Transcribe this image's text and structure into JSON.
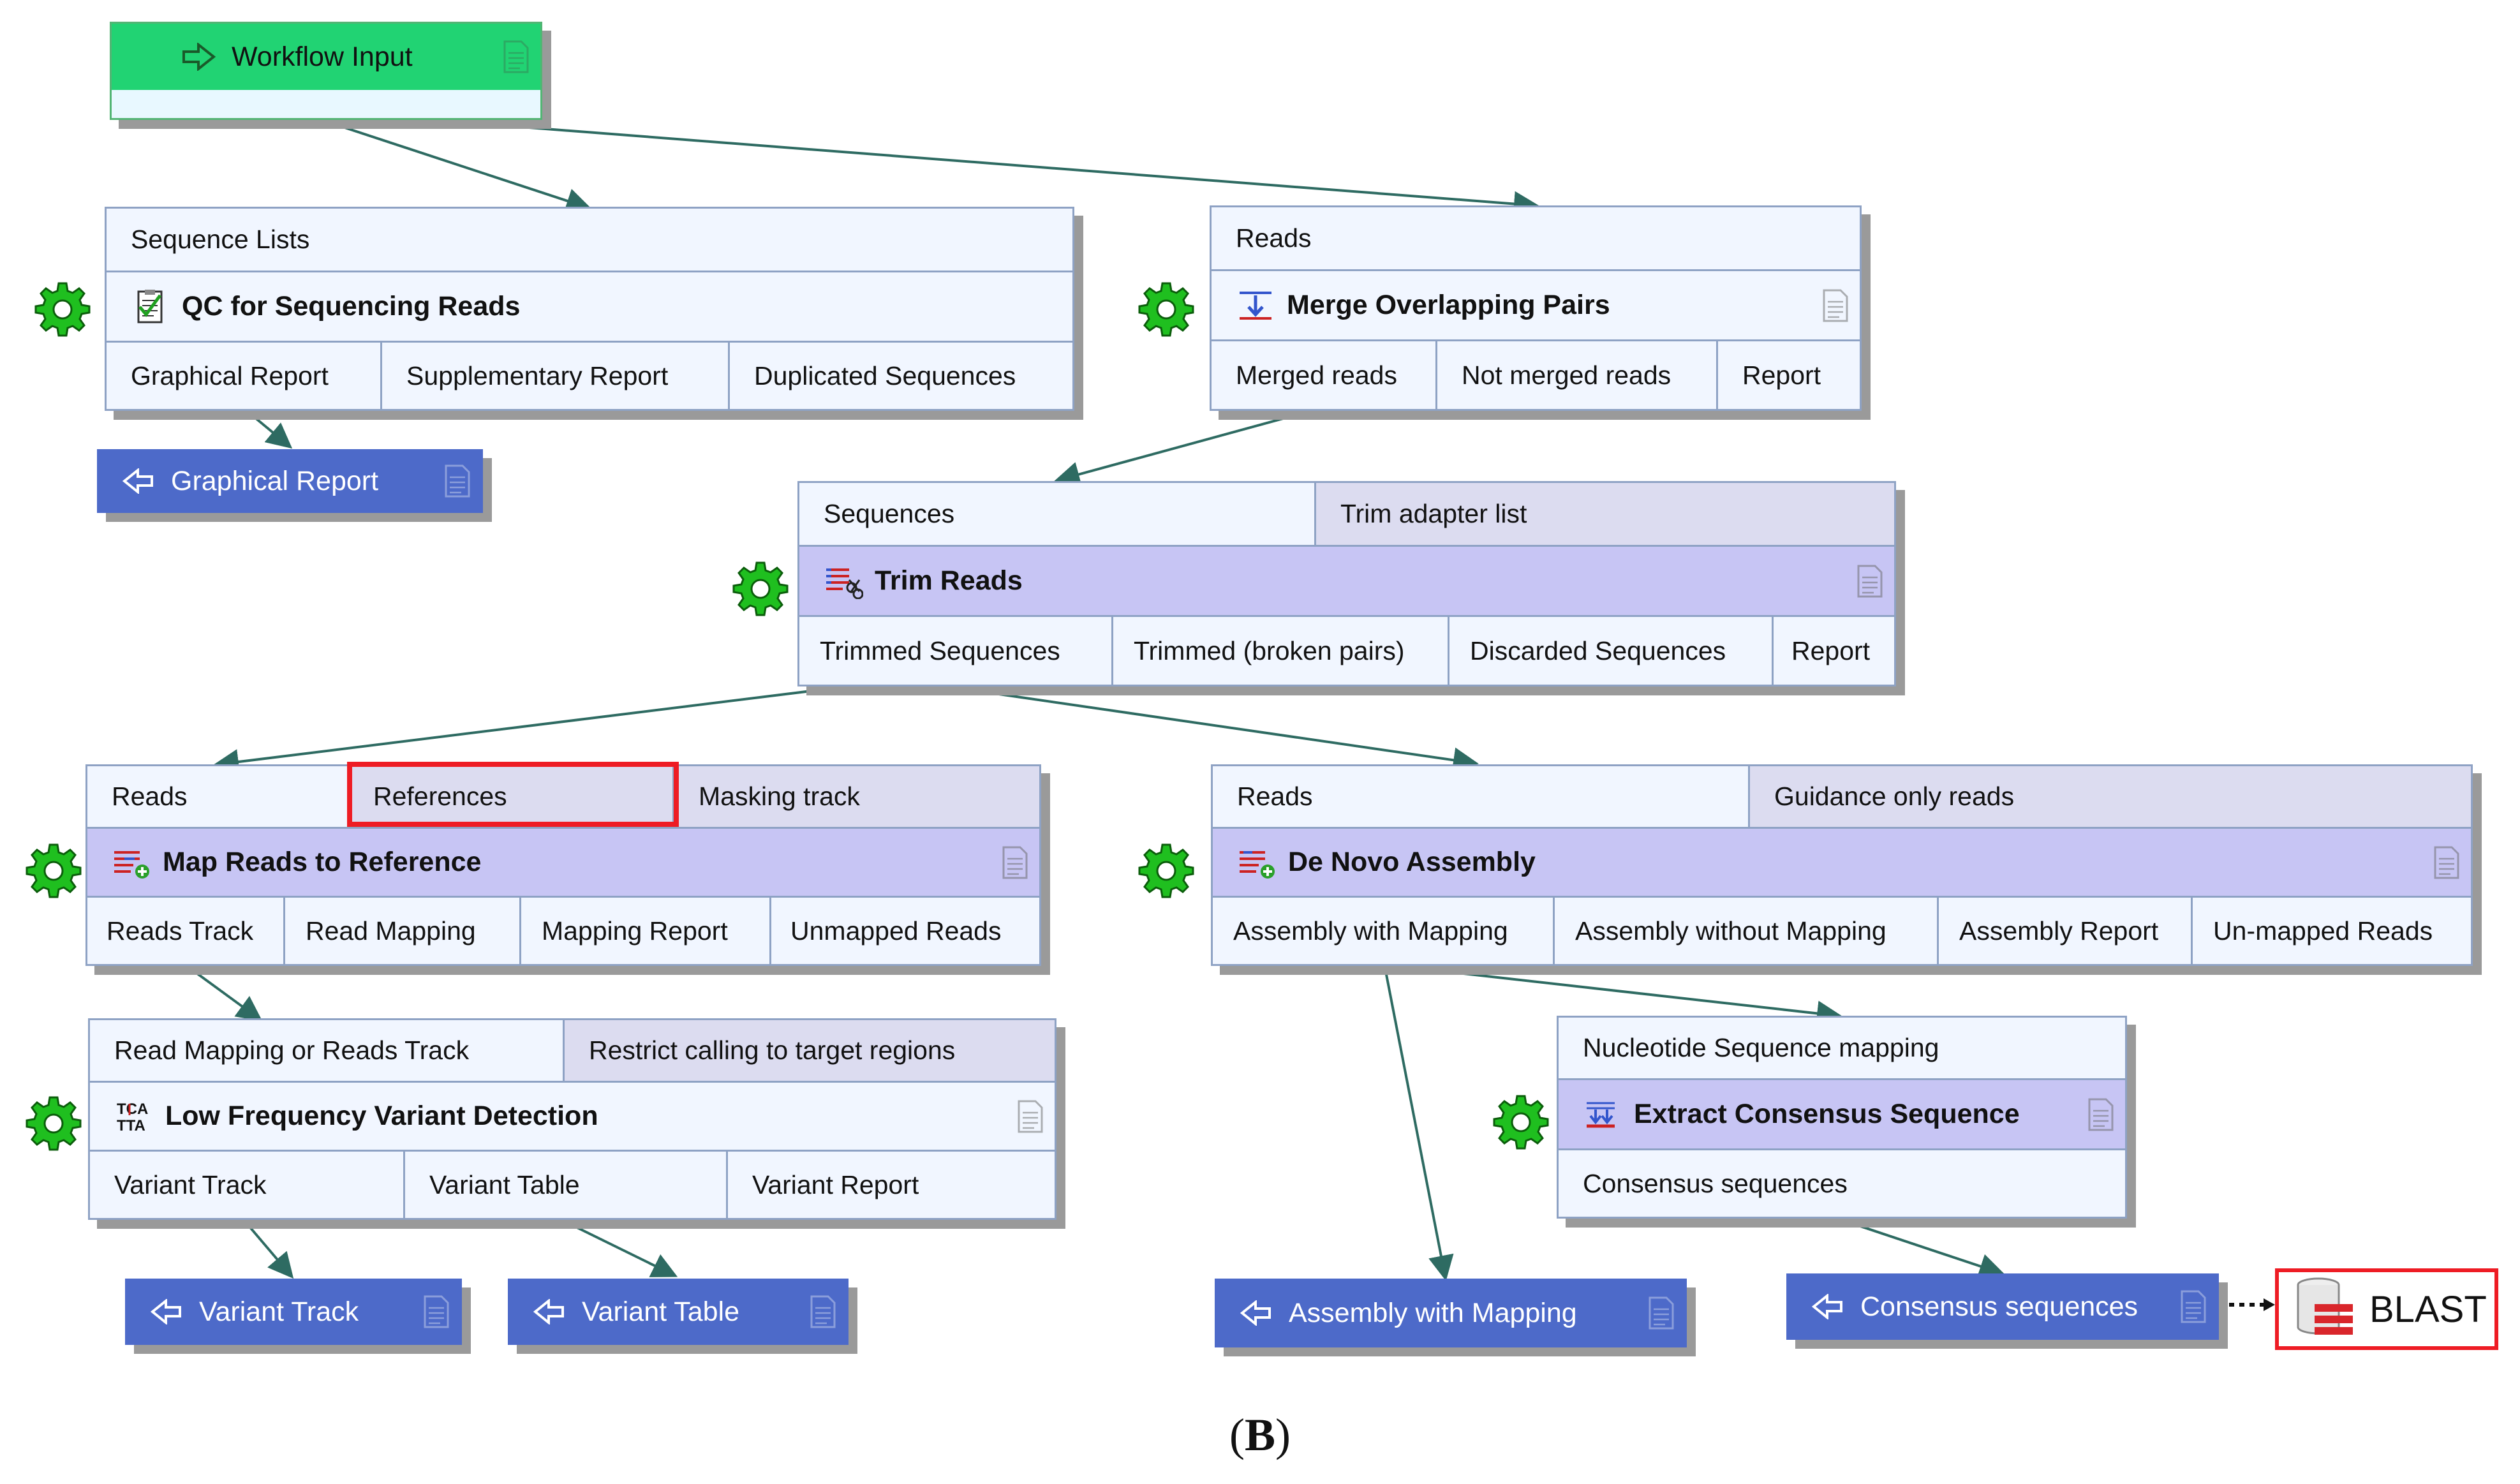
{
  "workflow_input": {
    "label": "Workflow Input"
  },
  "qc": {
    "input": "Sequence Lists",
    "title": "QC for Sequencing Reads",
    "outputs": [
      "Graphical Report",
      "Supplementary Report",
      "Duplicated Sequences"
    ]
  },
  "merge": {
    "input": "Reads",
    "title": "Merge Overlapping Pairs",
    "outputs": [
      "Merged reads",
      "Not merged reads",
      "Report"
    ]
  },
  "trim": {
    "inputs": [
      "Sequences",
      "Trim adapter list"
    ],
    "title": "Trim Reads",
    "outputs": [
      "Trimmed Sequences",
      "Trimmed (broken pairs)",
      "Discarded Sequences",
      "Report"
    ]
  },
  "map": {
    "inputs": [
      "Reads",
      "References",
      "Masking track"
    ],
    "title": "Map Reads to Reference",
    "outputs": [
      "Reads Track",
      "Read Mapping",
      "Mapping Report",
      "Unmapped Reads"
    ]
  },
  "denovo": {
    "inputs": [
      "Reads",
      "Guidance only reads"
    ],
    "title": "De Novo Assembly",
    "outputs": [
      "Assembly with Mapping",
      "Assembly without Mapping",
      "Assembly Report",
      "Un-mapped Reads"
    ]
  },
  "lfvd": {
    "inputs": [
      "Read Mapping or Reads Track",
      "Restrict calling to target regions"
    ],
    "title": "Low Frequency Variant Detection",
    "outputs": [
      "Variant Track",
      "Variant Table",
      "Variant Report"
    ]
  },
  "consensus": {
    "input": "Nucleotide Sequence mapping",
    "title": "Extract Consensus Sequence",
    "output": "Consensus sequences"
  },
  "workflow_outputs": {
    "graphical_report": "Graphical Report",
    "variant_track": "Variant Track",
    "variant_table": "Variant Table",
    "assembly_with_mapping": "Assembly with Mapping",
    "consensus_sequences": "Consensus sequences"
  },
  "blast": {
    "label": "BLAST"
  },
  "caption": {
    "letter": "B"
  },
  "colors": {
    "input_green": "#21d373",
    "output_blue": "#4d6ac9",
    "node_purple": "#c7c5f4",
    "highlight_red": "#ee1c24",
    "gear_green": "#1fbf1f",
    "connector": "#2e6b62"
  },
  "icons": [
    "arrow-right-outline-icon",
    "arrow-left-outline-icon",
    "document-icon",
    "gear-icon",
    "clipboard-check-icon",
    "merge-pairs-icon",
    "trim-reads-icon",
    "map-reads-icon",
    "denovo-assembly-icon",
    "variant-tcatta-icon",
    "consensus-icon",
    "database-icon"
  ]
}
